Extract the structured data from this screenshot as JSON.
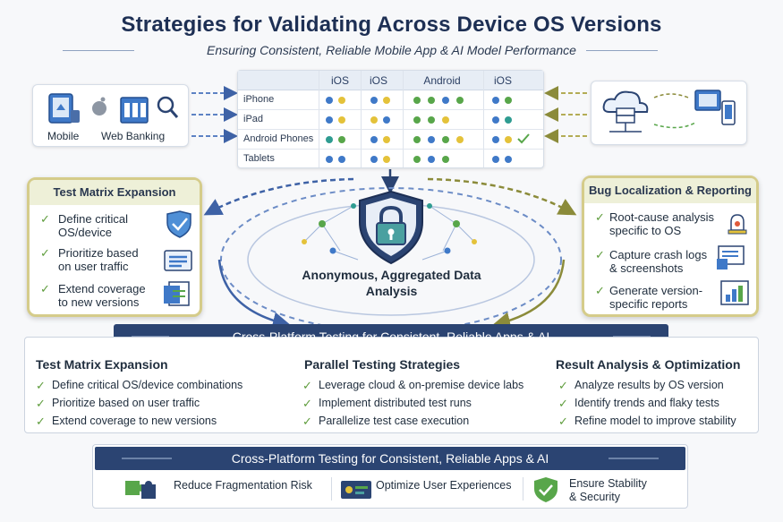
{
  "title": "Strategies for Validating Across Device OS Versions",
  "subtitle": "Ensuring Consistent, Reliable Mobile App & AI Model Performance",
  "devices_left": {
    "labels": [
      "Mobile",
      "Web Banking"
    ]
  },
  "matrix": {
    "columns": [
      "iOS",
      "iOS",
      "Android",
      "iOS"
    ],
    "rows": [
      "iPhone",
      "iPad",
      "Android Phones",
      "Tablets"
    ]
  },
  "left_panel": {
    "title": "Test Matrix Expansion",
    "items": [
      {
        "line1": "Define critical",
        "line2": "OS/device"
      },
      {
        "line1": "Prioritize based",
        "line2": "on user traffic"
      },
      {
        "line1": "Extend coverage",
        "line2": "to new versions"
      }
    ]
  },
  "right_panel": {
    "title": "Bug Localization & Reporting",
    "items": [
      {
        "line1": "Root-cause analysis",
        "line2": "specific to OS"
      },
      {
        "line1": "Capture crash logs",
        "line2": "& screenshots"
      },
      {
        "line1": "Generate version-",
        "line2": "specific reports"
      }
    ]
  },
  "center": {
    "line1": "Anonymous, Aggregated Data",
    "line2": "Analysis"
  },
  "banner1": "Cross-Platform Testing for Consistent, Reliable Apps & AI",
  "columns": [
    {
      "title": "Test Matrix Expansion",
      "items": [
        "Define critical OS/device combinations",
        "Prioritize based on user traffic",
        "Extend coverage to new versions"
      ]
    },
    {
      "title": "Parallel Testing Strategies",
      "items": [
        "Leverage cloud & on-premise device labs",
        "Implement distributed test runs",
        "Parallelize test case execution"
      ]
    },
    {
      "title": "Result Analysis & Optimization",
      "items": [
        "Analyze results by OS version",
        "Identify trends and flaky tests",
        "Refine model to improve stability"
      ]
    }
  ],
  "banner2": "Cross-Platform Testing for Consistent, Reliable Apps & AI",
  "bottom": [
    {
      "line1": "Reduce Fragmentation Risk",
      "line2": ""
    },
    {
      "line1": "Optimize User Experiences",
      "line2": ""
    },
    {
      "line1": "Ensure Stability",
      "line2": "& Security"
    }
  ],
  "colors": {
    "navy": "#2b4472",
    "olive": "#d5cc8a",
    "check": "#5f9d3d"
  }
}
